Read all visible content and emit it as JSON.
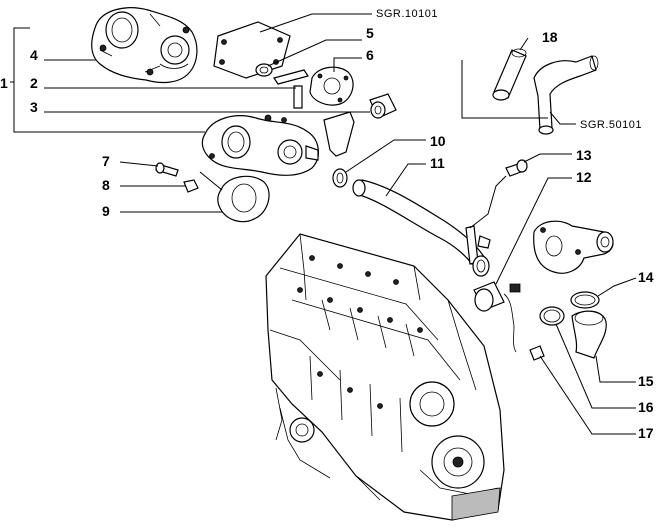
{
  "references": {
    "sgr_top": "SGR.10101",
    "sgr_right": "SGR.50101"
  },
  "labels": {
    "p1": "1",
    "p2": "2",
    "p3": "3",
    "p4": "4",
    "p5": "5",
    "p6": "6",
    "p7": "7",
    "p8": "8",
    "p9": "9",
    "p10": "10",
    "p11": "11",
    "p12": "12",
    "p13": "13",
    "p14": "14",
    "p15": "15",
    "p16": "16",
    "p17": "17",
    "p18": "18"
  },
  "icons": {
    "water_pump_assembly": "water-pump-icon",
    "engine_block": "engine-block-icon",
    "thermostat_housing": "thermostat-housing-icon",
    "coolant_pipe": "coolant-pipe-icon"
  }
}
